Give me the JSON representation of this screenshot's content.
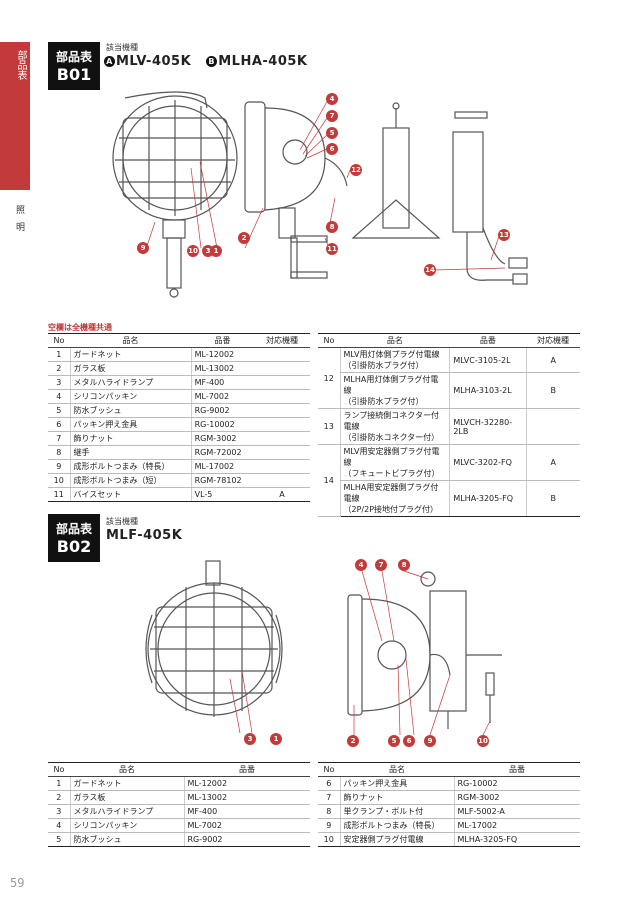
{
  "side": {
    "tab": "部品表",
    "category": "照明"
  },
  "page_number": "59",
  "b01": {
    "box_l1": "部品表",
    "box_l2": "B01",
    "label": "該当機種",
    "model_a_mark": "A",
    "model_a": "MLV-405K",
    "model_b_mark": "B",
    "model_b": "MLHA-405K",
    "note": "空欄は全機種共通",
    "table1": {
      "headers": [
        "No",
        "品名",
        "品番",
        "対応機種"
      ],
      "rows": [
        [
          "1",
          "ガードネット",
          "ML-12002",
          ""
        ],
        [
          "2",
          "ガラス板",
          "ML-13002",
          ""
        ],
        [
          "3",
          "メタルハライドランプ",
          "MF-400",
          ""
        ],
        [
          "4",
          "シリコンパッキン",
          "ML-7002",
          ""
        ],
        [
          "5",
          "防水ブッシュ",
          "RG-9002",
          ""
        ],
        [
          "6",
          "パッキン押え金具",
          "RG-10002",
          ""
        ],
        [
          "7",
          "飾りナット",
          "RGM-3002",
          ""
        ],
        [
          "8",
          "継手",
          "RGM-72002",
          ""
        ],
        [
          "9",
          "成形ボルトつまみ（特長）",
          "ML-17002",
          ""
        ],
        [
          "10",
          "成形ボルトつまみ（短）",
          "RGM-78102",
          ""
        ],
        [
          "11",
          "バイスセット",
          "VL-5",
          "A"
        ]
      ]
    },
    "table2": {
      "headers": [
        "No",
        "品名",
        "品番",
        "対応機種"
      ],
      "groups": [
        {
          "no": "12",
          "items": [
            {
              "name1": "MLV用灯体側プラグ付電線",
              "name2": "（引掛防水プラグ付）",
              "part": "MLVC-3105-2L",
              "model": "A"
            },
            {
              "name1": "MLHA用灯体側プラグ付電線",
              "name2": "（引掛防水プラグ付）",
              "part": "MLHA-3103-2L",
              "model": "B"
            }
          ]
        },
        {
          "no": "13",
          "items": [
            {
              "name1": "ランプ接続側コネクター付電線",
              "name2": "（引掛防水コネクター付）",
              "part": "MLVCH-32280-2LB",
              "model": ""
            }
          ]
        },
        {
          "no": "14",
          "items": [
            {
              "name1": "MLV用安定器側プラグ付電線",
              "name2": "（フキュートビプラグ付）",
              "part": "MLVC-3202-FQ",
              "model": "A"
            },
            {
              "name1": "MLHA用安定器側プラグ付電線",
              "name2": "（2P/2P接地付プラグ付）",
              "part": "MLHA-3205-FQ",
              "model": "B"
            }
          ]
        }
      ]
    },
    "callouts": [
      "1",
      "2",
      "3",
      "4",
      "5",
      "6",
      "7",
      "8",
      "9",
      "10",
      "11",
      "12",
      "13",
      "14"
    ]
  },
  "b02": {
    "box_l1": "部品表",
    "box_l2": "B02",
    "label": "該当機種",
    "model": "MLF-405K",
    "table1": {
      "headers": [
        "No",
        "品名",
        "品番"
      ],
      "rows": [
        [
          "1",
          "ガードネット",
          "ML-12002"
        ],
        [
          "2",
          "ガラス板",
          "ML-13002"
        ],
        [
          "3",
          "メタルハライドランプ",
          "MF-400"
        ],
        [
          "4",
          "シリコンパッキン",
          "ML-7002"
        ],
        [
          "5",
          "防水ブッシュ",
          "RG-9002"
        ]
      ]
    },
    "table2": {
      "headers": [
        "No",
        "品名",
        "品番"
      ],
      "rows": [
        [
          "6",
          "パッキン押え金具",
          "RG-10002"
        ],
        [
          "7",
          "飾りナット",
          "RGM-3002"
        ],
        [
          "8",
          "単クランプ・ボルト付",
          "MLF-5002-A"
        ],
        [
          "9",
          "成形ボルトつまみ（特長）",
          "ML-17002"
        ],
        [
          "10",
          "安定器側プラグ付電線",
          "MLHA-3205-FQ"
        ]
      ]
    },
    "callouts": [
      "1",
      "2",
      "3",
      "4",
      "5",
      "6",
      "7",
      "8",
      "9",
      "10"
    ]
  }
}
